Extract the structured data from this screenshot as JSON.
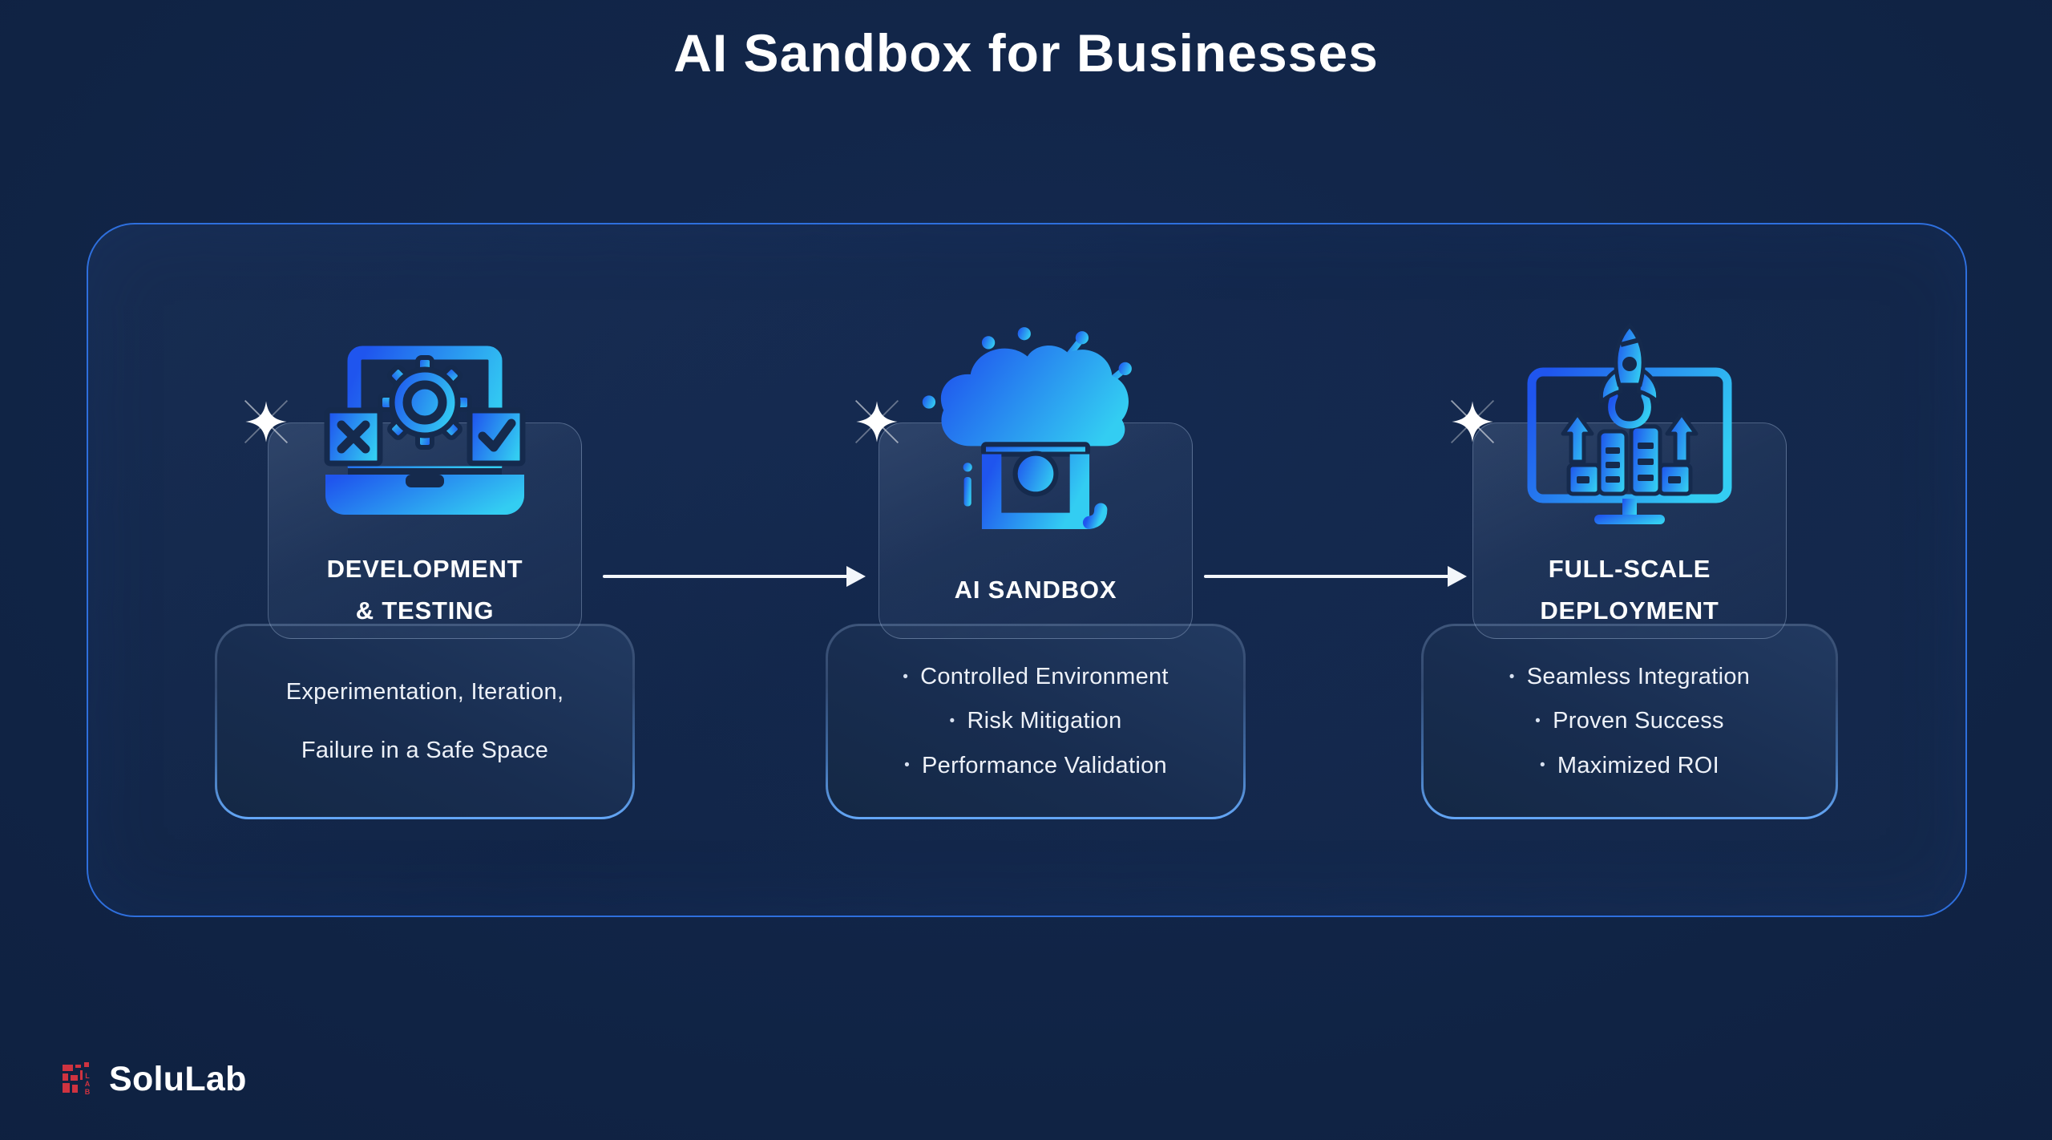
{
  "page_title": "AI Sandbox for Businesses",
  "stages": [
    {
      "name": "development-testing",
      "icon": "laptop-gear-icon",
      "title_lines": [
        "DEVELOPMENT",
        "& TESTING"
      ],
      "points": [
        "Experimentation, Iteration,",
        "Failure in a Safe Space"
      ]
    },
    {
      "name": "ai-sandbox",
      "icon": "cloud-sandbox-icon",
      "title_lines": [
        "AI SANDBOX"
      ],
      "points": [
        "Controlled Environment",
        "Risk Mitigation",
        "Performance Validation"
      ]
    },
    {
      "name": "full-scale-deployment",
      "icon": "rocket-monitor-icon",
      "title_lines": [
        "FULL-SCALE",
        "DEPLOYMENT"
      ],
      "points": [
        "Seamless Integration",
        "Proven Success",
        "Maximized ROI"
      ]
    }
  ],
  "brand": {
    "name": "SoluLab",
    "mark_text": "LAB"
  },
  "colors": {
    "background": "#102344",
    "container_border": "#2e6fdd",
    "icon_gradient_start": "#1f55ee",
    "icon_gradient_end": "#33cdf2",
    "points_card_border": "#64a7f7",
    "arrow": "#f3f6fb",
    "logo_red": "#cf3340",
    "text": "#edf1f8"
  }
}
